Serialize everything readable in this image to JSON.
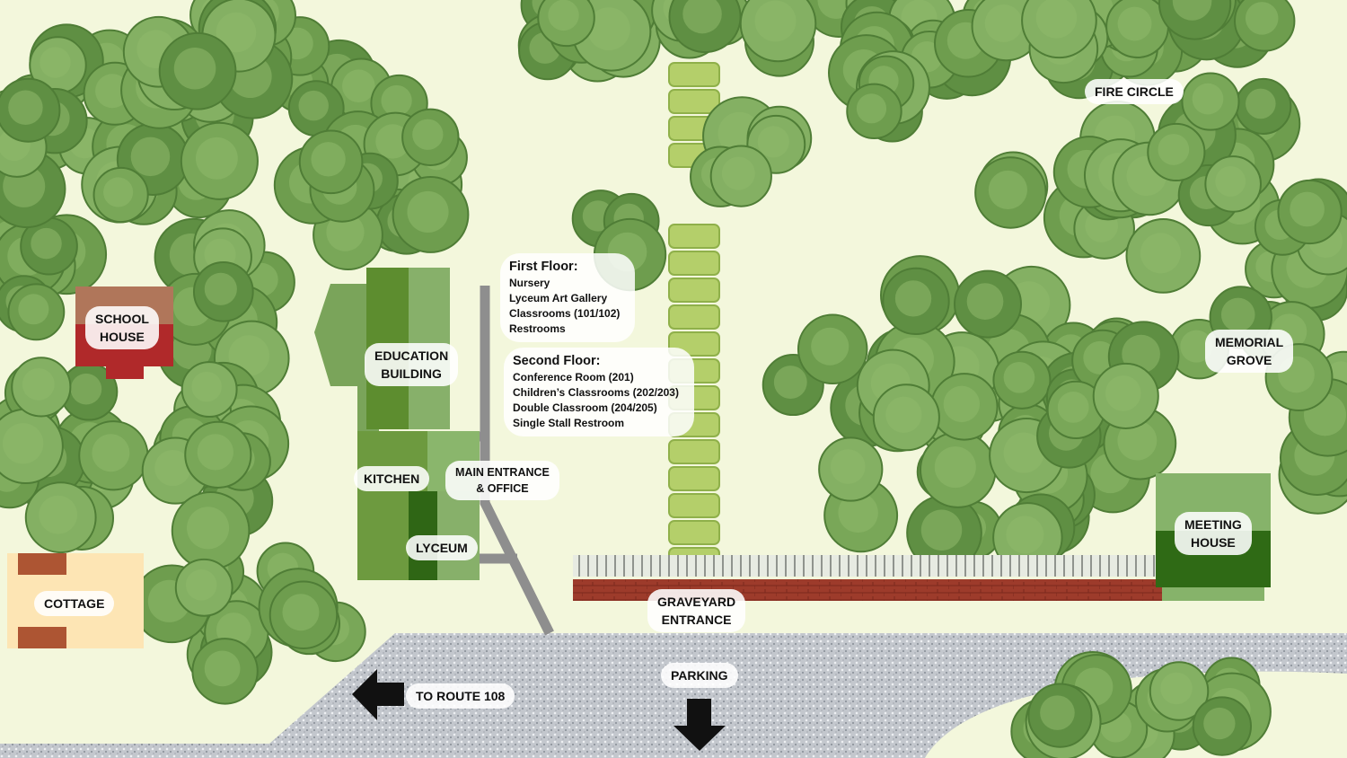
{
  "map": {
    "labels": {
      "fire_circle": "FIRE CIRCLE",
      "school_house": [
        "SCHOOL",
        "HOUSE"
      ],
      "education_building": [
        "EDUCATION",
        "BUILDING"
      ],
      "memorial_grove": [
        "MEMORIAL",
        "GROVE"
      ],
      "kitchen": "KITCHEN",
      "main_entrance": [
        "MAIN ENTRANCE",
        "& OFFICE"
      ],
      "lyceum": "LYCEUM",
      "meeting_house": [
        "MEETING",
        "HOUSE"
      ],
      "cottage": "COTTAGE",
      "graveyard_entrance": [
        "GRAVEYARD",
        "ENTRANCE"
      ],
      "parking": "PARKING",
      "to_route": "TO ROUTE 108"
    },
    "first_floor": {
      "heading": "First Floor:",
      "items": [
        "Nursery",
        "Lyceum Art Gallery",
        "Classrooms (101/102)",
        "Restrooms"
      ]
    },
    "second_floor": {
      "heading": "Second Floor:",
      "items": [
        "Conference Room (201)",
        "Children’s Classrooms (202/203)",
        "Double Classroom (204/205)",
        "Single Stall Restroom"
      ]
    },
    "icons": [
      "tree-icon",
      "arrow-left-icon",
      "arrow-down-icon"
    ],
    "colors": {
      "grass": "#f3f7dc",
      "tree": "#6f9d4f",
      "education_building": "#6a9a3d",
      "school_house_roof": "#b0765a",
      "school_house_wall": "#b0292a",
      "cottage": "#fde5b4",
      "cottage_roof": "#ad5533",
      "brick_wall": "#9b3a2a",
      "meeting_house": "#2e6b16",
      "gravel": "#c9ccd1"
    }
  }
}
